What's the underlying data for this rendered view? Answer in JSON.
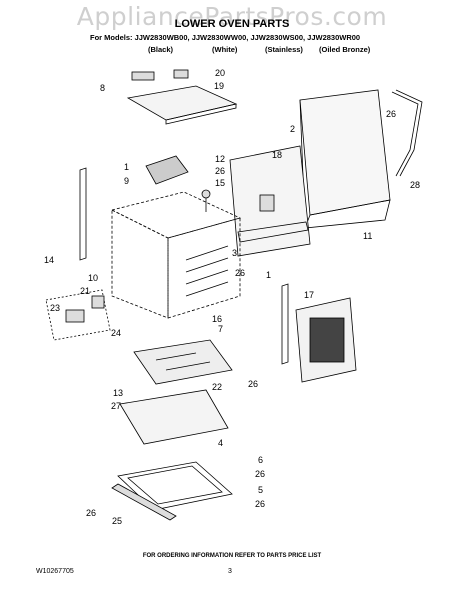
{
  "watermark": "AppliancePartsPros.com",
  "title": "LOWER OVEN PARTS",
  "models_line": "For Models: JJW2830WB00, JJW2830WW00, JJW2830WS00, JJW2830WR00",
  "finishes": [
    "(Black)",
    "(White)",
    "(Stainless)",
    "(Oiled Bronze)"
  ],
  "callouts": [
    "20",
    "8",
    "19",
    "2",
    "26",
    "28",
    "18",
    "12",
    "26",
    "1",
    "9",
    "15",
    "3",
    "11",
    "26",
    "14",
    "10",
    "21",
    "23",
    "1",
    "17",
    "24",
    "16",
    "7",
    "26",
    "13",
    "27",
    "22",
    "4",
    "6",
    "26",
    "5",
    "26",
    "26",
    "25"
  ],
  "footer_note": "FOR ORDERING INFORMATION REFER TO PARTS PRICE LIST",
  "doc_number": "W10267705",
  "page_number": "3"
}
